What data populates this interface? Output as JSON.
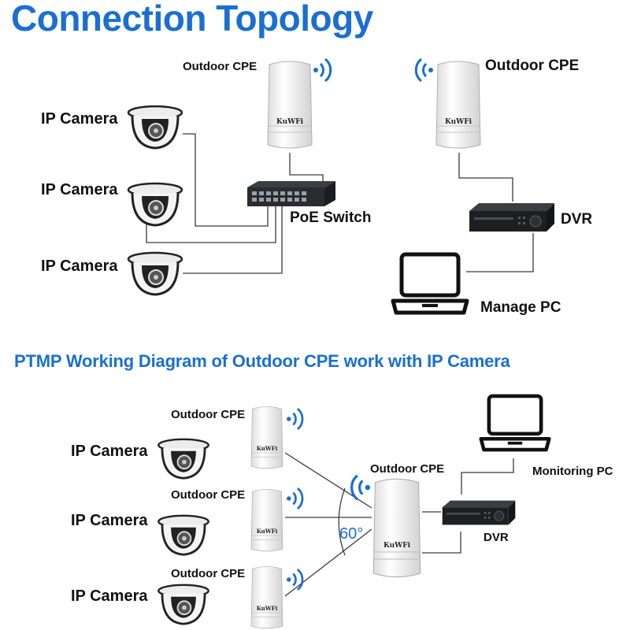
{
  "titles": {
    "main": "Connection Topology",
    "sub": "PTMP Working Diagram of Outdoor CPE work with IP Camera"
  },
  "top": {
    "cpe_left": {
      "label": "Outdoor CPE",
      "brand": "KuWFi"
    },
    "cpe_right": {
      "label": "Outdoor CPE",
      "brand": "KuWFi"
    },
    "cameras": [
      {
        "label": "IP Camera"
      },
      {
        "label": "IP Camera"
      },
      {
        "label": "IP Camera"
      }
    ],
    "switch_label": "PoE Switch",
    "dvr_label": "DVR",
    "pc_label": "Manage PC"
  },
  "bottom": {
    "cpes": [
      {
        "label": "Outdoor CPE",
        "brand": "KuWFi"
      },
      {
        "label": "Outdoor CPE",
        "brand": "KuWFi"
      },
      {
        "label": "Outdoor CPE",
        "brand": "KuWFi"
      }
    ],
    "cameras": [
      {
        "label": "IP Camera"
      },
      {
        "label": "IP Camera"
      },
      {
        "label": "IP Camera"
      }
    ],
    "center_cpe": {
      "label": "Outdoor CPE",
      "brand": "KuWFi"
    },
    "angle": "60°",
    "dvr_label": "DVR",
    "pc_label": "Monitoring PC"
  },
  "colors": {
    "accent": "#1a6fd1",
    "wire": "#333333",
    "device_dark": "#1e1f22"
  }
}
